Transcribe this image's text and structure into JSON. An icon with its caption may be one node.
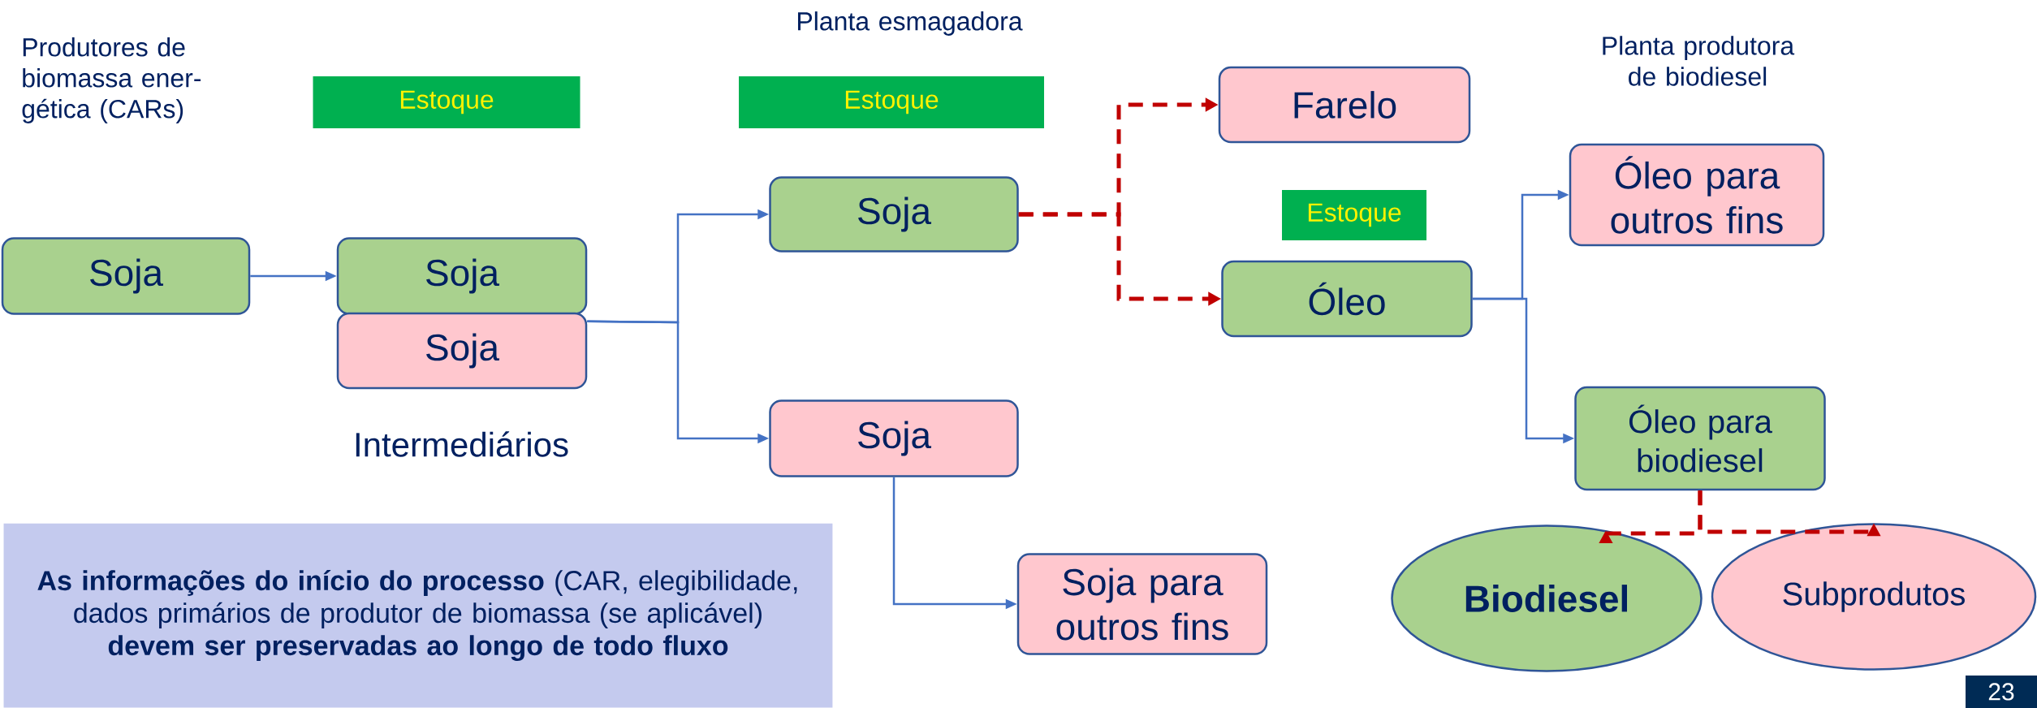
{
  "diagram": {
    "nodes": [
      {
        "text": [
          "Soja"
        ]
      },
      {
        "text": [
          "Soja"
        ]
      },
      {
        "text": [
          "Soja"
        ]
      },
      {
        "text": [
          "Soja"
        ]
      },
      {
        "text": [
          "Soja"
        ]
      },
      {
        "text": [
          "Farelo"
        ]
      },
      {
        "text": [
          "Óleo"
        ]
      },
      {
        "text": [
          "Óleo para outros fins"
        ]
      },
      {
        "text": [
          "Óleo para biodiesel"
        ]
      },
      {
        "text": [
          "Biodiesel"
        ]
      },
      {
        "text": [
          "Subprodutos"
        ]
      },
      {
        "text": [
          "Soja para outros fins"
        ]
      },
      {
        "text": [
          "Estoque"
        ]
      },
      {
        "text": [
          "Estoque"
        ]
      },
      {
        "text": [
          "Estoque"
        ]
      },
      {
        "text": [
          "**As informações do início do processo** (CAR, elegibilidade, dados primários de produtor de biomassa (se aplicável) **devem ser preservadas ao longo de todo fluxo**"
        ]
      }
    ],
    "edges": [
      {
        "from": 0,
        "to": 1,
        "arrow": "to"
      },
      {
        "from": 2,
        "to": 3,
        "arrow": "to"
      },
      {
        "from": 2,
        "to": 4,
        "arrow": "to"
      },
      {
        "from": 3,
        "to": 5,
        "arrow": "to",
        "style": "dashed",
        "color": "#c00000"
      },
      {
        "from": 3,
        "to": 6,
        "arrow": "to",
        "style": "dashed",
        "color": "#c00000"
      },
      {
        "from": 4,
        "to": 11,
        "arrow": "to"
      },
      {
        "from": 6,
        "to": 7,
        "arrow": "to"
      },
      {
        "from": 6,
        "to": 8,
        "arrow": "to"
      },
      {
        "from": 8,
        "to": 9,
        "arrow": "to",
        "style": "dashed",
        "color": "#c00000"
      },
      {
        "from": 8,
        "to": 10,
        "arrow": "to",
        "style": "dashed",
        "color": "#c00000"
      }
    ],
    "labels": [
      "Planta esmagadora",
      "Produtores de biomassa ener-gética (CARs)",
      "Planta produtora de biodiesel",
      "Intermediários",
      "23"
    ]
  }
}
